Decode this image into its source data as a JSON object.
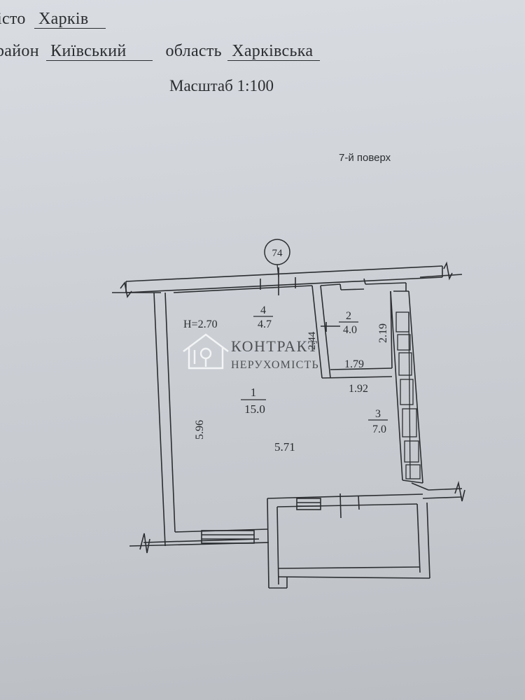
{
  "header": {
    "city_label": "істо",
    "city_value": "Харків",
    "district_label": "район",
    "district_value": "Київський",
    "region_label": "область",
    "region_value": "Харківська",
    "scale": "Масштаб 1:100",
    "floor": "7-й поверх"
  },
  "plan": {
    "building_number": "74",
    "ceiling_height": "H=2.70",
    "rooms": [
      {
        "number": "1",
        "area": "15.0"
      },
      {
        "number": "2",
        "area": "4.0"
      },
      {
        "number": "3",
        "area": "7.0"
      },
      {
        "number": "4",
        "area": "4.7"
      }
    ],
    "dimensions": {
      "left_height": "5.96",
      "room_width": "5.71",
      "bath_height": "2.19",
      "bath_inner_width": "1.79",
      "bath_outer_width": "1.92",
      "bath_partial": "2.44"
    }
  },
  "watermark": {
    "line1": "КОНТРАКТ",
    "line2": "НЕРУХОМІСТЬ"
  },
  "colors": {
    "ink": "#2b2d30",
    "paper": "#d4d8dd",
    "watermark": "#ffffff"
  }
}
